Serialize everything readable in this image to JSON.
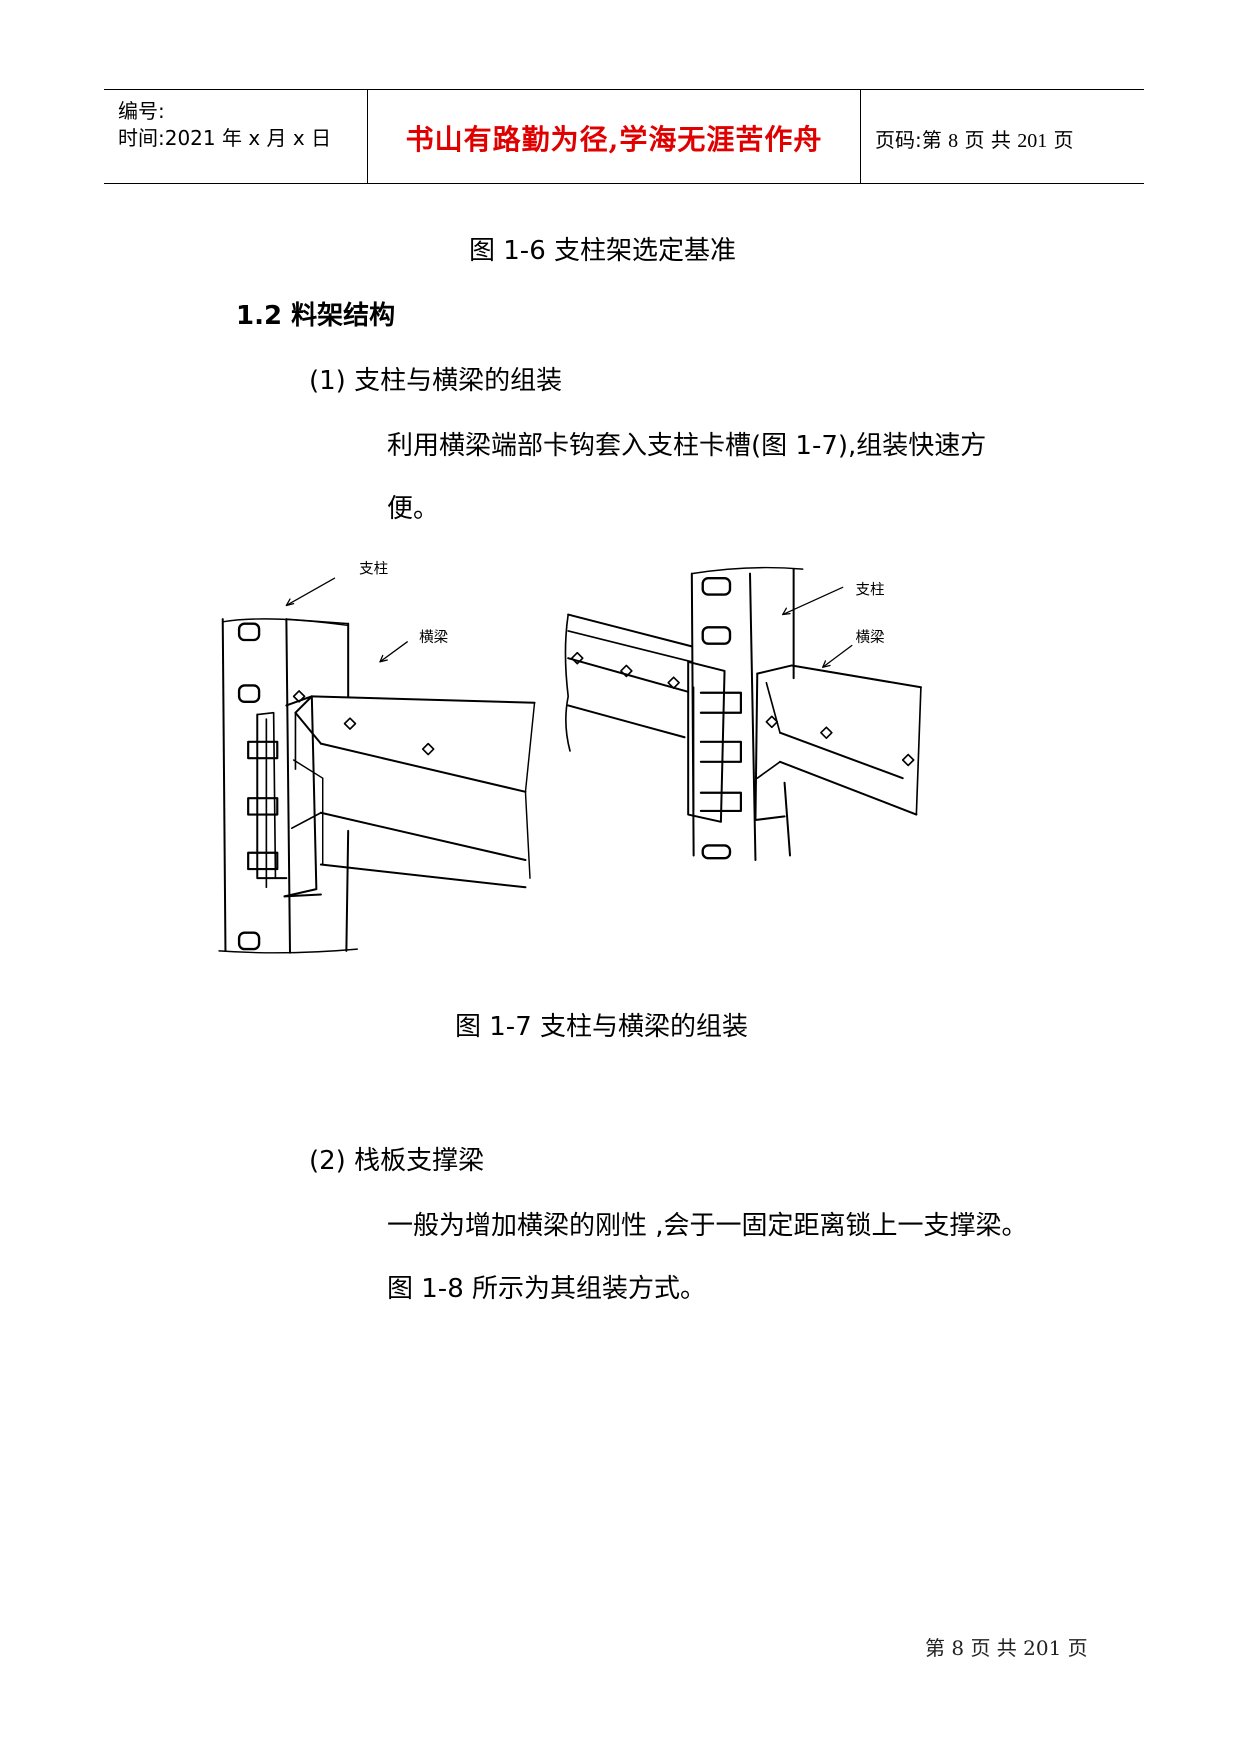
{
  "header": {
    "number_label": "编号:",
    "time_label": "时间:2021 年 x 月 x 日",
    "motto": "书山有路勤为径,学海无涯苦作舟",
    "page_prefix": "页码:第",
    "page_num": "8",
    "page_mid": "页 共",
    "page_total": "201",
    "page_suffix": "页"
  },
  "body": {
    "fig16_caption": "图 1-6 支柱架选定基准",
    "section_title": "1.2 料架结构",
    "item1_title": "(1) 支柱与横梁的组装",
    "item1_text_line1": "利用横梁端部卡钩套入支柱卡槽(图 1-7),组装快速方",
    "item1_text_line2": "便。",
    "fig17_caption": "图 1-7 支柱与横梁的组装",
    "item2_title": "(2) 栈板支撑梁",
    "item2_text_line1": "一般为增加横梁的刚性 ,会于一固定距离锁上一支撑梁。",
    "item2_text_line2": "图 1-8 所示为其组装方式。"
  },
  "figure": {
    "left_post_label": "支柱",
    "left_beam_label": "横梁",
    "right_post_label": "支柱",
    "right_beam_label": "横梁"
  },
  "footer": {
    "text": "第 8 页 共 201 页"
  }
}
